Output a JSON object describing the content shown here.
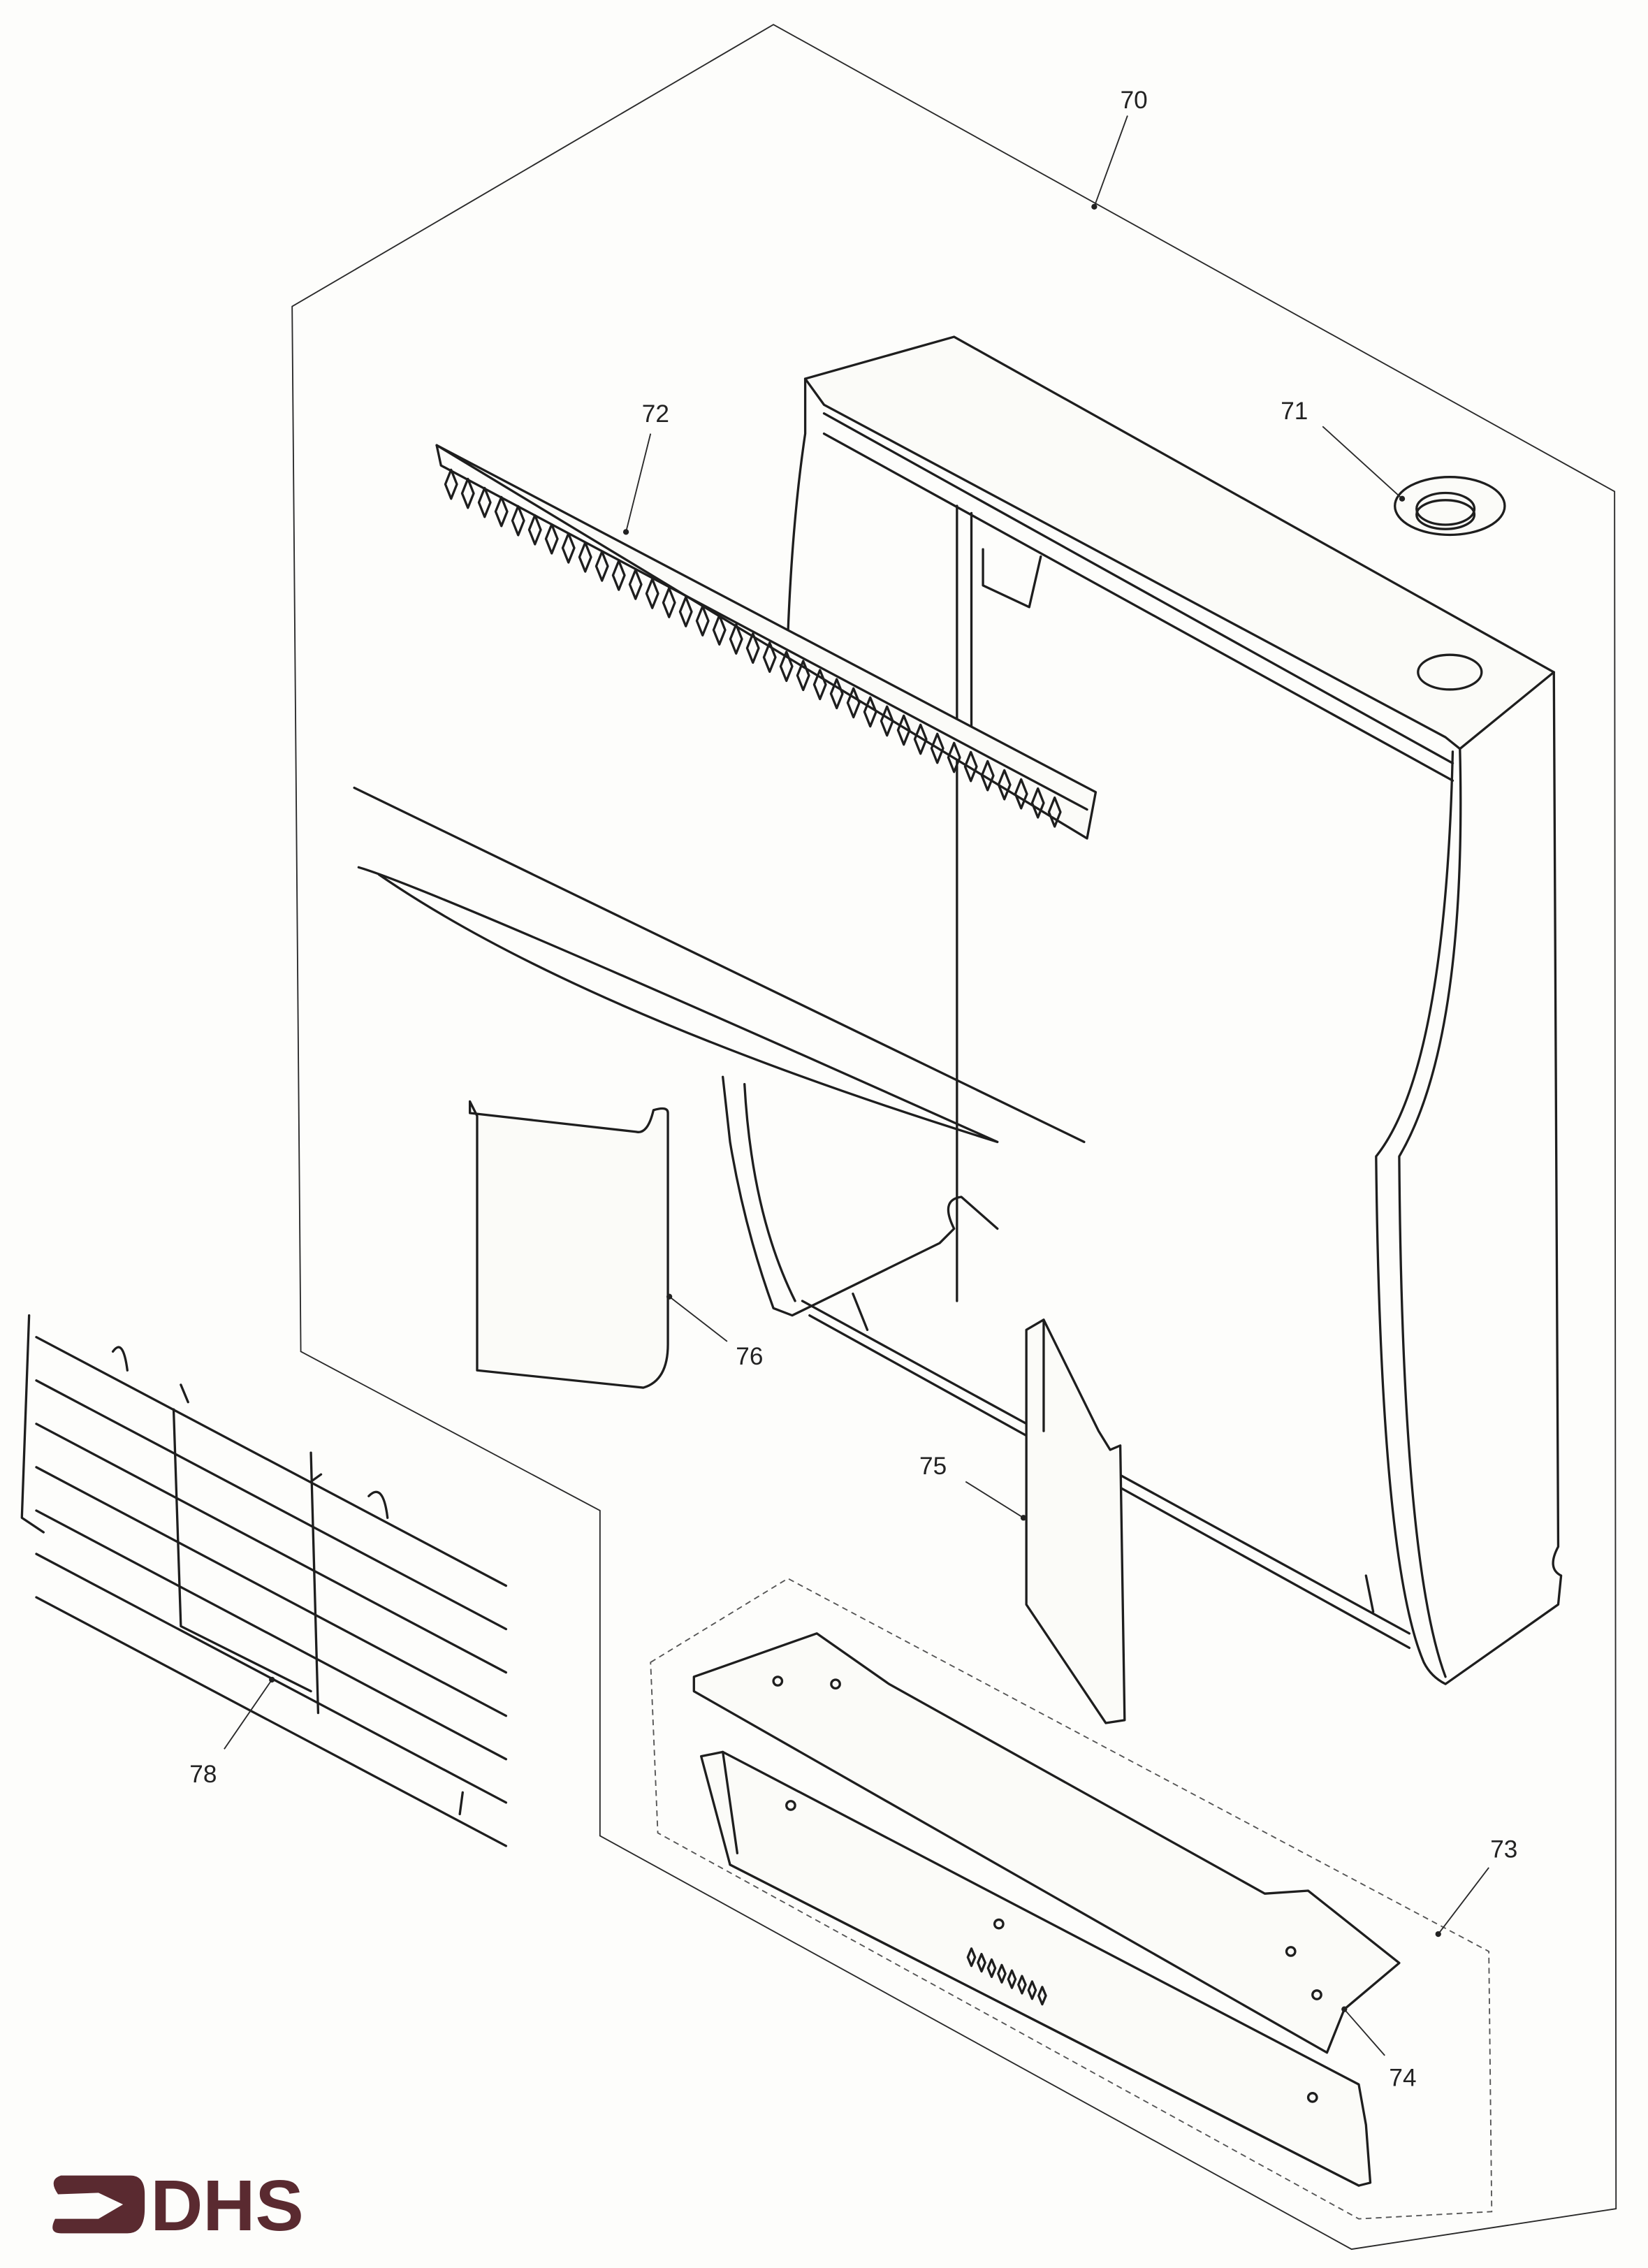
{
  "diagram": {
    "type": "exploded-parts-diagram",
    "callouts": [
      "70",
      "71",
      "72",
      "73",
      "74",
      "75",
      "76",
      "78"
    ],
    "logo": {
      "text": "DHS",
      "color": "#5a2a30"
    }
  }
}
